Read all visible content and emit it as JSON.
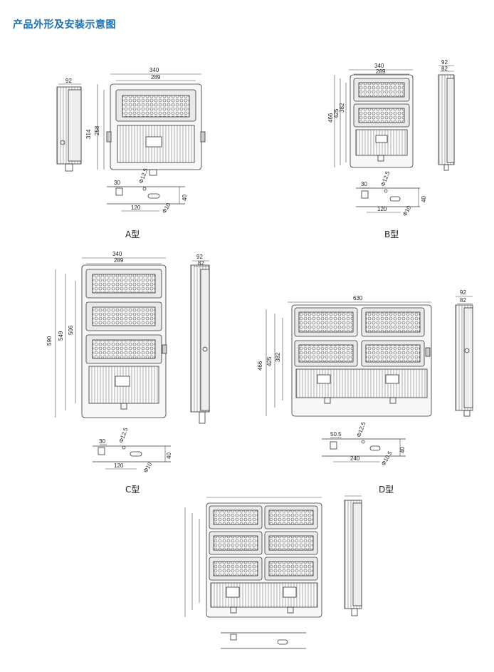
{
  "page": {
    "title": "产品外形及安装示意图"
  },
  "models": {
    "a": {
      "caption": "A型",
      "width_total": "340",
      "width_inner": "289",
      "height_total": "314",
      "height_inner": "258",
      "side_width": "92",
      "bracket": {
        "gap": "30",
        "hole": "Φ12.5",
        "spacing": "120",
        "slot": "Φ10",
        "depth": "40"
      }
    },
    "b": {
      "caption": "B型",
      "width_total": "340",
      "width_inner": "289",
      "height_total": "466",
      "height_mid": "425",
      "height_inner": "382",
      "side_width_total": "92",
      "side_width_inner": "82",
      "bracket": {
        "gap": "30",
        "hole": "Φ12.5",
        "spacing": "120",
        "slot": "Φ10",
        "depth": "40"
      }
    },
    "c": {
      "caption": "C型",
      "width_total": "340",
      "width_inner": "289",
      "height_total": "590",
      "height_mid": "549",
      "height_inner": "506",
      "side_width_total": "92",
      "side_width_inner": "82",
      "bracket": {
        "gap": "30",
        "hole": "Φ12.5",
        "spacing": "120",
        "slot": "Φ10",
        "depth": "40"
      }
    },
    "d": {
      "caption": "D型",
      "width_total": "630",
      "height_total": "466",
      "height_mid": "425",
      "height_inner": "382",
      "side_width_total": "92",
      "side_width_inner": "82",
      "bracket": {
        "gap": "50.5",
        "hole": "Φ12.5",
        "spacing": "240",
        "slot": "Φ10.5",
        "depth": "40"
      }
    }
  }
}
